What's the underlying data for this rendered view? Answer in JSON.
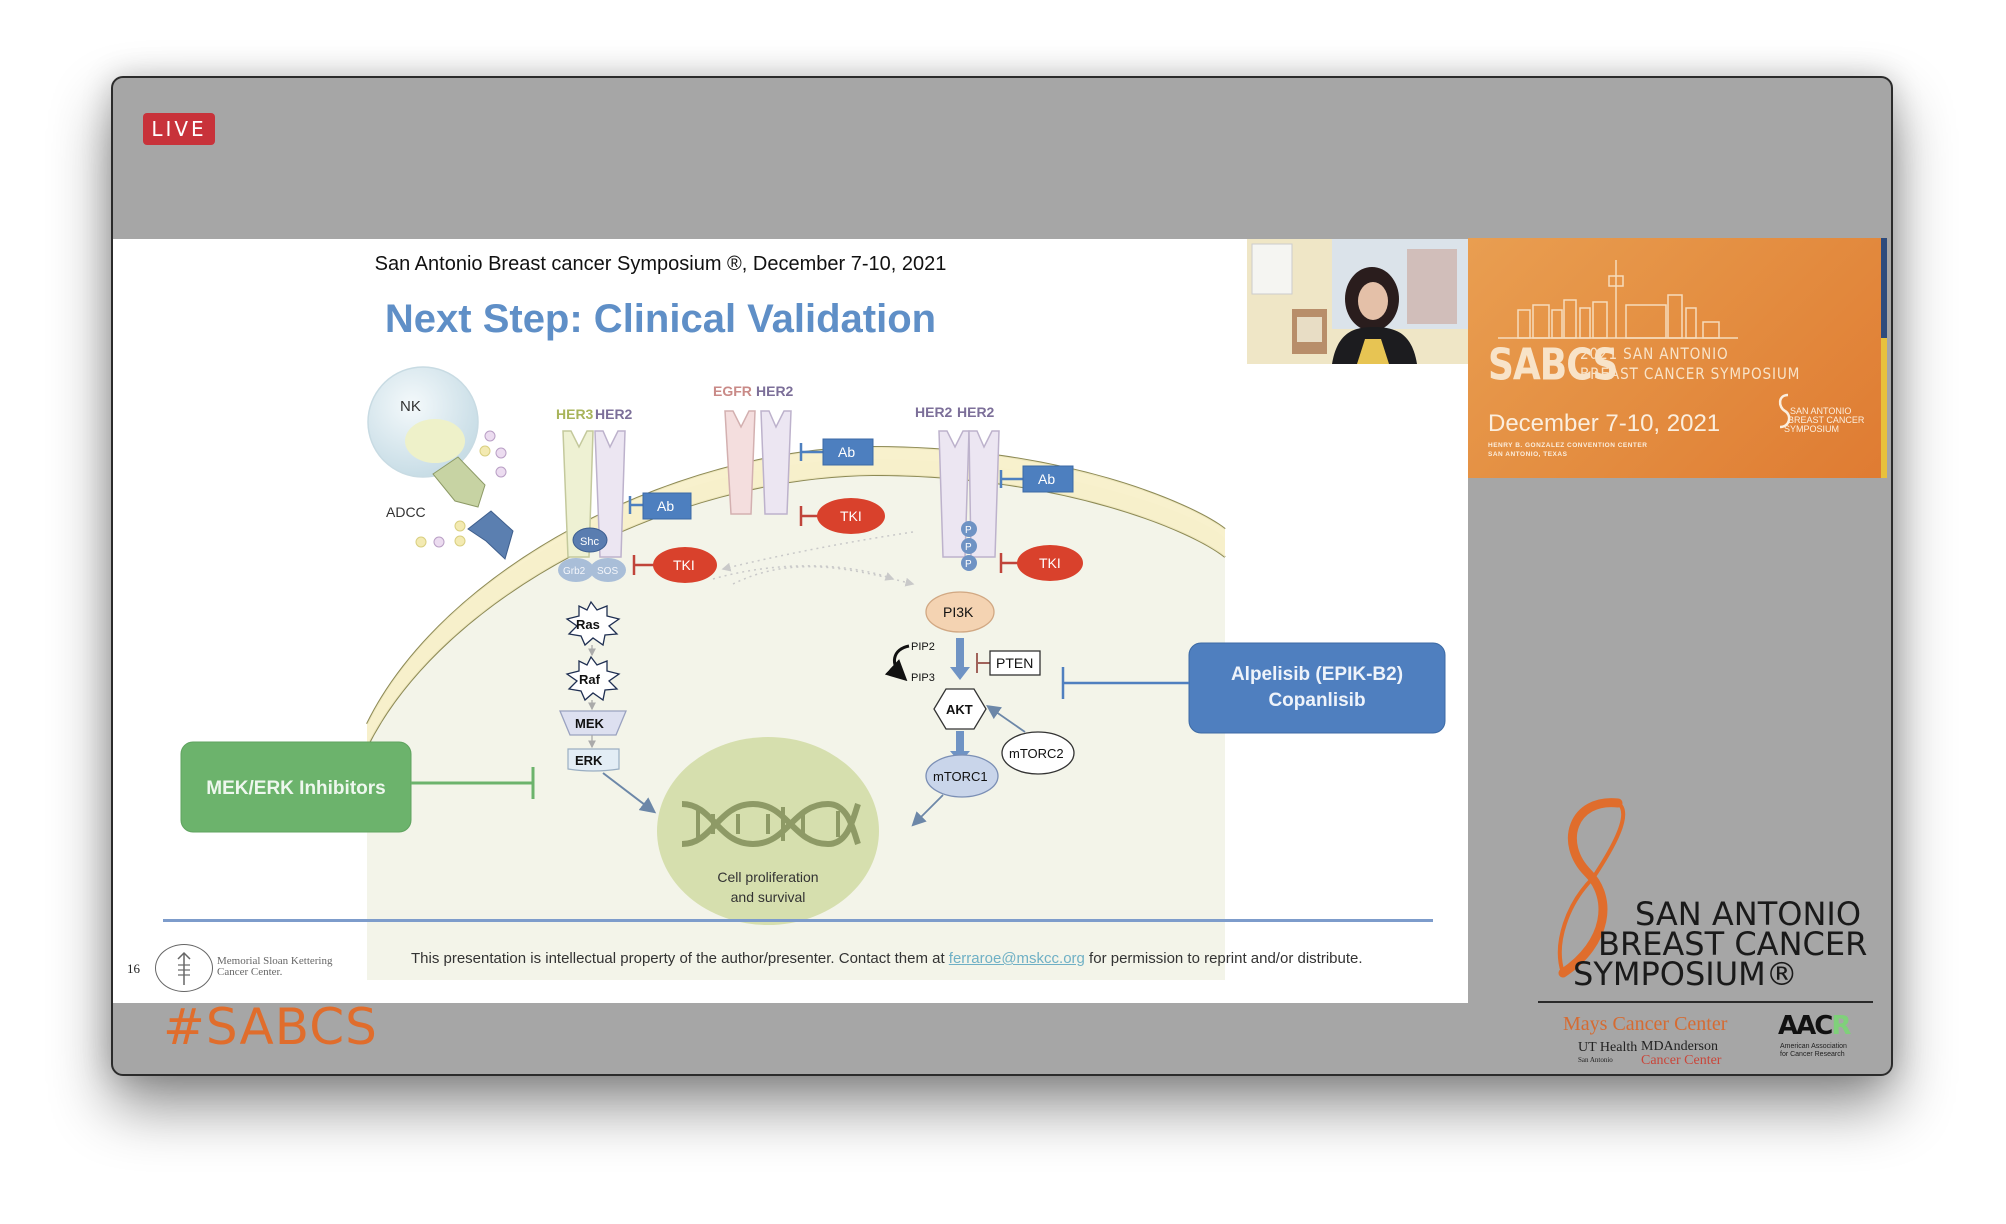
{
  "stream": {
    "live_badge": "LIVE",
    "hashtag": "#SABCS"
  },
  "slide": {
    "conference_line": "San Antonio Breast cancer Symposium ®, December 7-10, 2021",
    "title": "Next Step: Clinical Validation",
    "page_number": "16",
    "institution": {
      "line1": "Memorial Sloan Kettering",
      "line2": "Cancer Center."
    },
    "footer": {
      "before_email": "This presentation is intellectual property of the author/presenter. Contact them at ",
      "email": "ferraroe@mskcc.org",
      "after_email": " for permission to reprint and/or distribute."
    },
    "diagram": {
      "nk_label": "NK",
      "adcc_label": "ADCC",
      "receptor_pairs": [
        {
          "left": "HER3",
          "right": "HER2",
          "left_color": "#a8b45a",
          "right_color": "#7c6f99"
        },
        {
          "left": "EGFR",
          "right": "HER2",
          "left_color": "#c98a87",
          "right_color": "#7c6f99"
        },
        {
          "left": "HER2",
          "right": "HER2",
          "left_color": "#7c6f99",
          "right_color": "#7c6f99"
        }
      ],
      "antibody_label": "Ab",
      "tki_label": "TKI",
      "adaptors": [
        "Shc",
        "Grb2",
        "SOS"
      ],
      "phospho_label": "P",
      "mapk_pathway": [
        "Ras",
        "Raf",
        "MEK",
        "ERK"
      ],
      "pi3k_pathway": {
        "pi3k": "PI3K",
        "pip2": "PIP2",
        "pip3": "PIP3",
        "pten": "PTEN",
        "akt": "AKT",
        "mtorc1": "mTORC1",
        "mtorc2": "mTORC2"
      },
      "nucleus_label_line1": "Cell proliferation",
      "nucleus_label_line2": "and survival",
      "inhibitor_boxes": {
        "mek_erk": "MEK/ERK Inhibitors",
        "pi3k_line1": "Alpelisib (EPIK-B2)",
        "pi3k_line2": "Copanlisib"
      },
      "colors": {
        "antibody_blue": "#4d7fbf",
        "tki_red": "#d9412c",
        "green_box": "#6cb36c",
        "blue_box": "#4f7fbf",
        "cell_bg": "#f3f4e9",
        "membrane": "#f6efc9",
        "nucleus": "#d6dfae"
      }
    }
  },
  "banner": {
    "abbr": "SABCS",
    "tagline_line1": "2021 SAN ANTONIO",
    "tagline_line2": "BREAST CANCER SYMPOSIUM",
    "dates": "December 7-10, 2021",
    "venue_line1": "HENRY B. GONZALEZ CONVENTION CENTER",
    "venue_line2": "SAN ANTONIO, TEXAS",
    "mini_logo": [
      "SAN ANTONIO",
      "BREAST CANCER",
      "SYMPOSIUM"
    ]
  },
  "sponsor_logo": {
    "line1": "SAN ANTONIO",
    "line2": "BREAST CANCER",
    "line3": "SYMPOSIUM®",
    "mays": "Mays Cancer Center",
    "ut_health": "UT Health",
    "ut_health_sub": "San Antonio",
    "md_anderson_line1": "MDAnderson",
    "md_anderson_line2": "Cancer Center",
    "aacr_main": "AAC",
    "aacr_r": "R",
    "aacr_sub_line1": "American Association",
    "aacr_sub_line2": "for Cancer Research"
  },
  "colors": {
    "frame_gray": "#a6a6a6",
    "live_red": "#c8323a",
    "title_blue": "#5f8fc7",
    "hashtag_orange": "#e06d2c"
  }
}
